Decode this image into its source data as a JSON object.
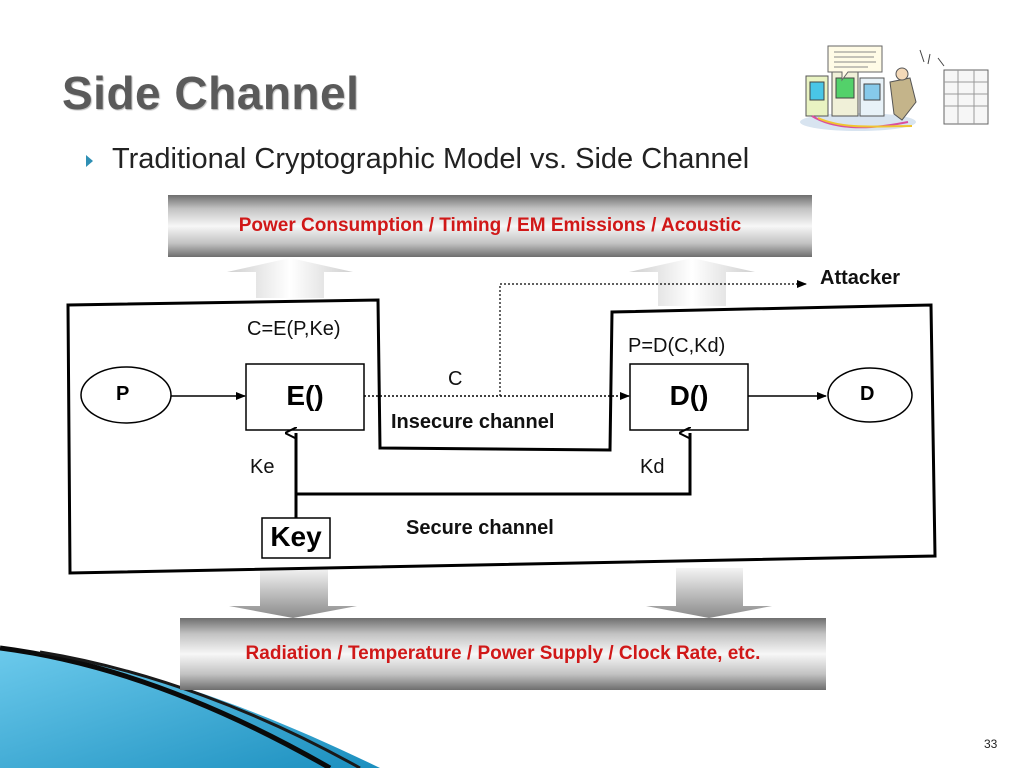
{
  "slide": {
    "title": "Side Channel",
    "bullet": "Traditional Cryptographic Model vs. Side Channel",
    "page_number": "33"
  },
  "diagram": {
    "top_banner": "Power Consumption / Timing / EM Emissions / Acoustic",
    "bottom_banner": "Radiation / Temperature / Power Supply / Clock Rate, etc.",
    "attacker_label": "Attacker",
    "encrypt_formula": "C=E(P,Ke)",
    "decrypt_formula": "P=D(C,Kd)",
    "plaintext_node": "P",
    "output_node": "D",
    "encrypt_box": "E()",
    "decrypt_box": "D()",
    "ciphertext_label": "C",
    "insecure_channel": "Insecure channel",
    "secure_channel": "Secure channel",
    "ke_label": "Ke",
    "kd_label": "Kd",
    "key_box": "Key"
  },
  "colors": {
    "title": "#5a5a5a",
    "bullet_marker": "#2e8fb4",
    "banner_text": "#d01818",
    "swoosh_blue": "#1e9cc9"
  }
}
